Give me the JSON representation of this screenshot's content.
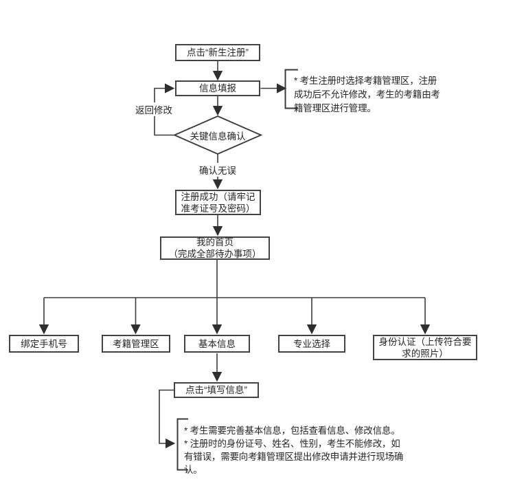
{
  "flow": {
    "step_new_register": "点击“新生注册”",
    "step_info_fill": "信息填报",
    "decision_key_info": "关键信息确认",
    "label_return_modify": "返回修改",
    "label_confirmed": "确认无误",
    "step_register_success": "注册成功（请牢记\n准考证号及密码）",
    "step_my_home": "我的首页\n（完成全部待办事项）",
    "step_bind_phone": "绑定手机号",
    "step_exam_area": "考籍管理区",
    "step_basic_info": "基本信息",
    "step_major_select": "专业选择",
    "step_identity_auth": "身份认证（上传符合要\n求的照片）",
    "step_click_fill_info": "点击“填写信息”"
  },
  "notes": {
    "register_note": [
      "* 考生注册时选择考籍管理区，注册",
      "成功后不允许修改，考生的考籍由考",
      "籍管理区进行管理。"
    ],
    "basic_info_note": [
      "* 考生需要完善基本信息，包括查看信息、修改信息。",
      "* 注册时的身份证号、姓名、性别，考生不能修改，如",
      "有错误，需要向考籍管理区提出修改申请并进行现场确",
      "认。"
    ]
  },
  "colors": {
    "line": "#3a3a3a",
    "border": "#424242",
    "text": "#262626",
    "background": "#ffffff"
  }
}
